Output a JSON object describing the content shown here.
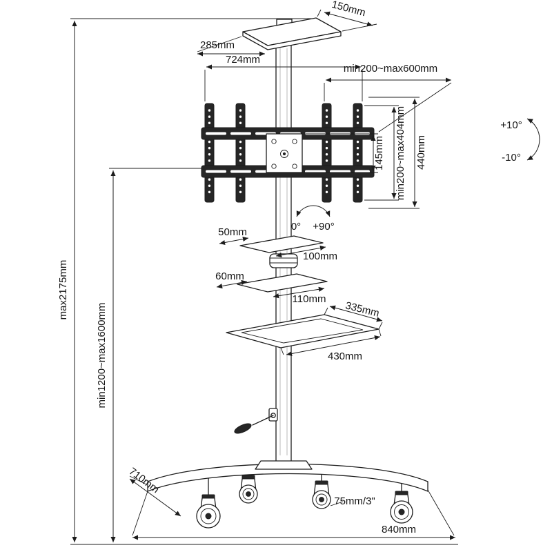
{
  "diagram": {
    "kind": "technical-dimension-drawing",
    "subject": "Mobile TV cart / trolley floor stand with casters",
    "dimensions": {
      "top_shelf_depth": "150mm",
      "top_shelf_width": "285mm",
      "bracket_width": "724mm",
      "vesa_width_range": "min200~max600mm",
      "plate_height": "145mm",
      "vesa_height_range": "min200~max404mm",
      "bracket_height": "440mm",
      "tilt_up": "+10°",
      "tilt_down": "-10°",
      "swivel_min": "0°",
      "swivel_max": "+90°",
      "shelf1_depth": "50mm",
      "shelf1_width": "100mm",
      "shelf2_depth": "60mm",
      "shelf2_width": "110mm",
      "av_shelf_depth": "335mm",
      "av_shelf_width": "430mm",
      "overall_height": "max2175mm",
      "column_height_range": "min1200~max1600mm",
      "base_depth": "710mm",
      "caster_size": "75mm/3\"",
      "base_width": "840mm"
    },
    "colors": {
      "line": "#1c1c1c",
      "fill_dark": "#262626",
      "background": "#ffffff"
    }
  }
}
